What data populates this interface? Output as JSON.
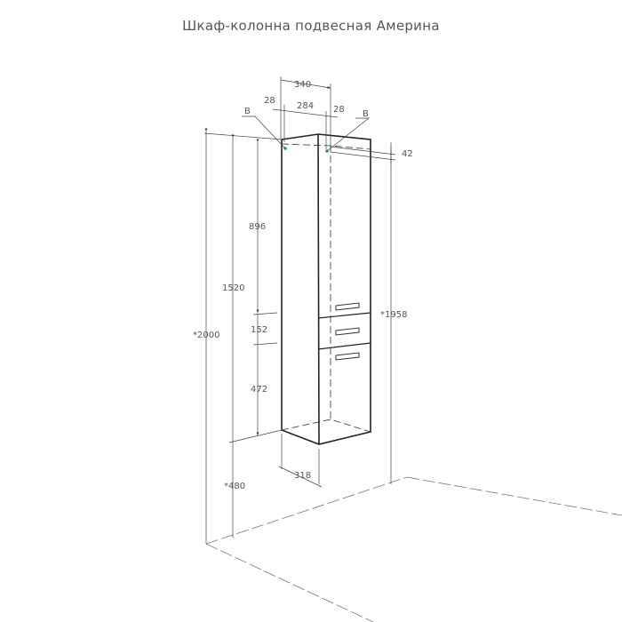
{
  "title": "Шкаф-колонна подвесная  Америна",
  "dimensions": {
    "width_total": "340",
    "inner_width": "284",
    "side_left": "28",
    "side_right": "28",
    "top_offset": "42",
    "upper_section": "896",
    "drawer": "152",
    "lower_section": "472",
    "mount_height": "1520",
    "total_height": "*2000",
    "floor_to_top": "*1958",
    "floor_clearance": "*480",
    "depth": "318"
  },
  "labels": {
    "mount_point_left": "B",
    "mount_point_right": "B"
  },
  "colors": {
    "line": "#222222",
    "dim": "#555555",
    "mount_point": "#1a9a9a"
  }
}
